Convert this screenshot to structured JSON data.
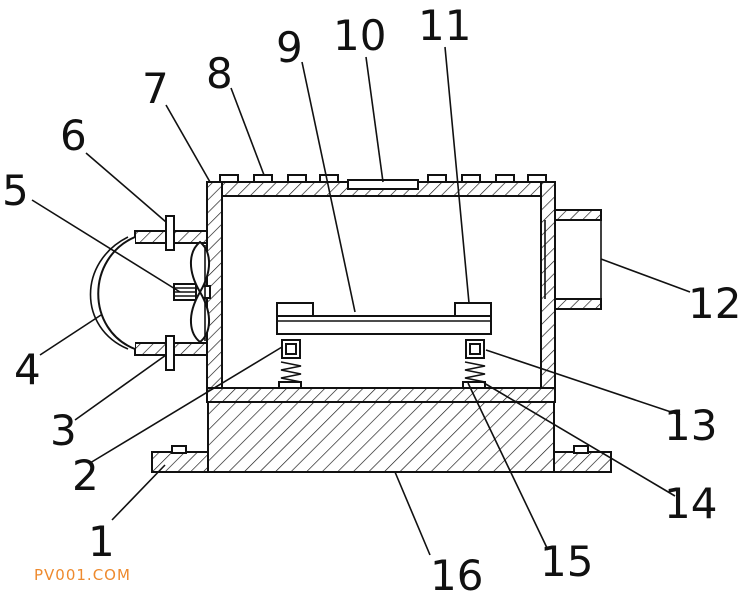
{
  "labels": [
    "1",
    "2",
    "3",
    "4",
    "5",
    "6",
    "7",
    "8",
    "9",
    "10",
    "11",
    "12",
    "13",
    "14",
    "15",
    "16"
  ],
  "watermark": "PV001.COM"
}
